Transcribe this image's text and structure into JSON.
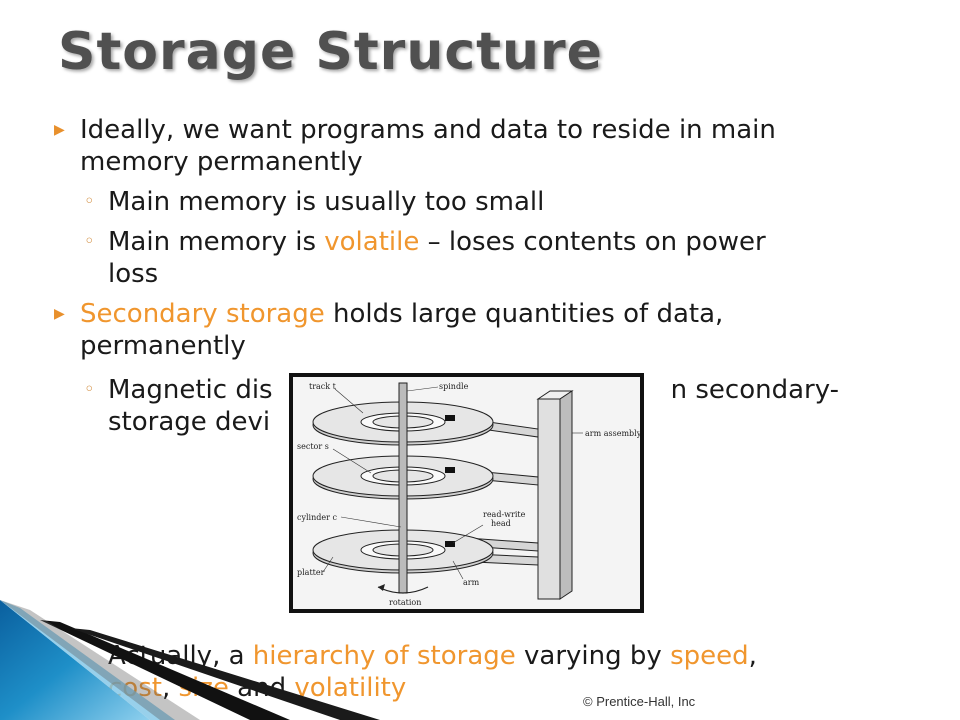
{
  "slide": {
    "title": "Storage Structure",
    "bullets": [
      {
        "line1": "Ideally, we want programs and data to reside in main",
        "line2": "memory permanently"
      },
      {
        "text": "Main memory is usually too small"
      },
      {
        "pre": "Main memory is ",
        "highlight": "volatile",
        "post": " – loses contents on power",
        "line2": "loss"
      },
      {
        "highlight": "Secondary storage",
        "post": " holds large quantities of data,",
        "line2": "permanently"
      },
      {
        "line1_left": "Magnetic dis",
        "line1_right": "n secondary-",
        "line2": "storage devi"
      },
      {
        "pre": "Actually, a ",
        "highlight1": "hierarchy of storage",
        "mid1": " varying by ",
        "highlight2": "speed",
        "mid2": ",",
        "highlight3": "cost",
        "mid3": ", ",
        "highlight4": "size",
        "mid4": " and ",
        "highlight5": "volatility"
      }
    ],
    "copyright": "© Prentice-Hall, Inc"
  },
  "figure": {
    "labels": {
      "track": "track t",
      "spindle": "spindle",
      "arm_assembly": "arm assembly",
      "sector": "sector s",
      "cylinder": "cylinder c",
      "read_write_head_1": "read-write",
      "read_write_head_2": "head",
      "platter": "platter",
      "arm": "arm",
      "rotation": "rotation"
    }
  },
  "colors": {
    "accent": "#f0962e",
    "title": "#505050",
    "corner_blue": "#1e8fc8"
  }
}
